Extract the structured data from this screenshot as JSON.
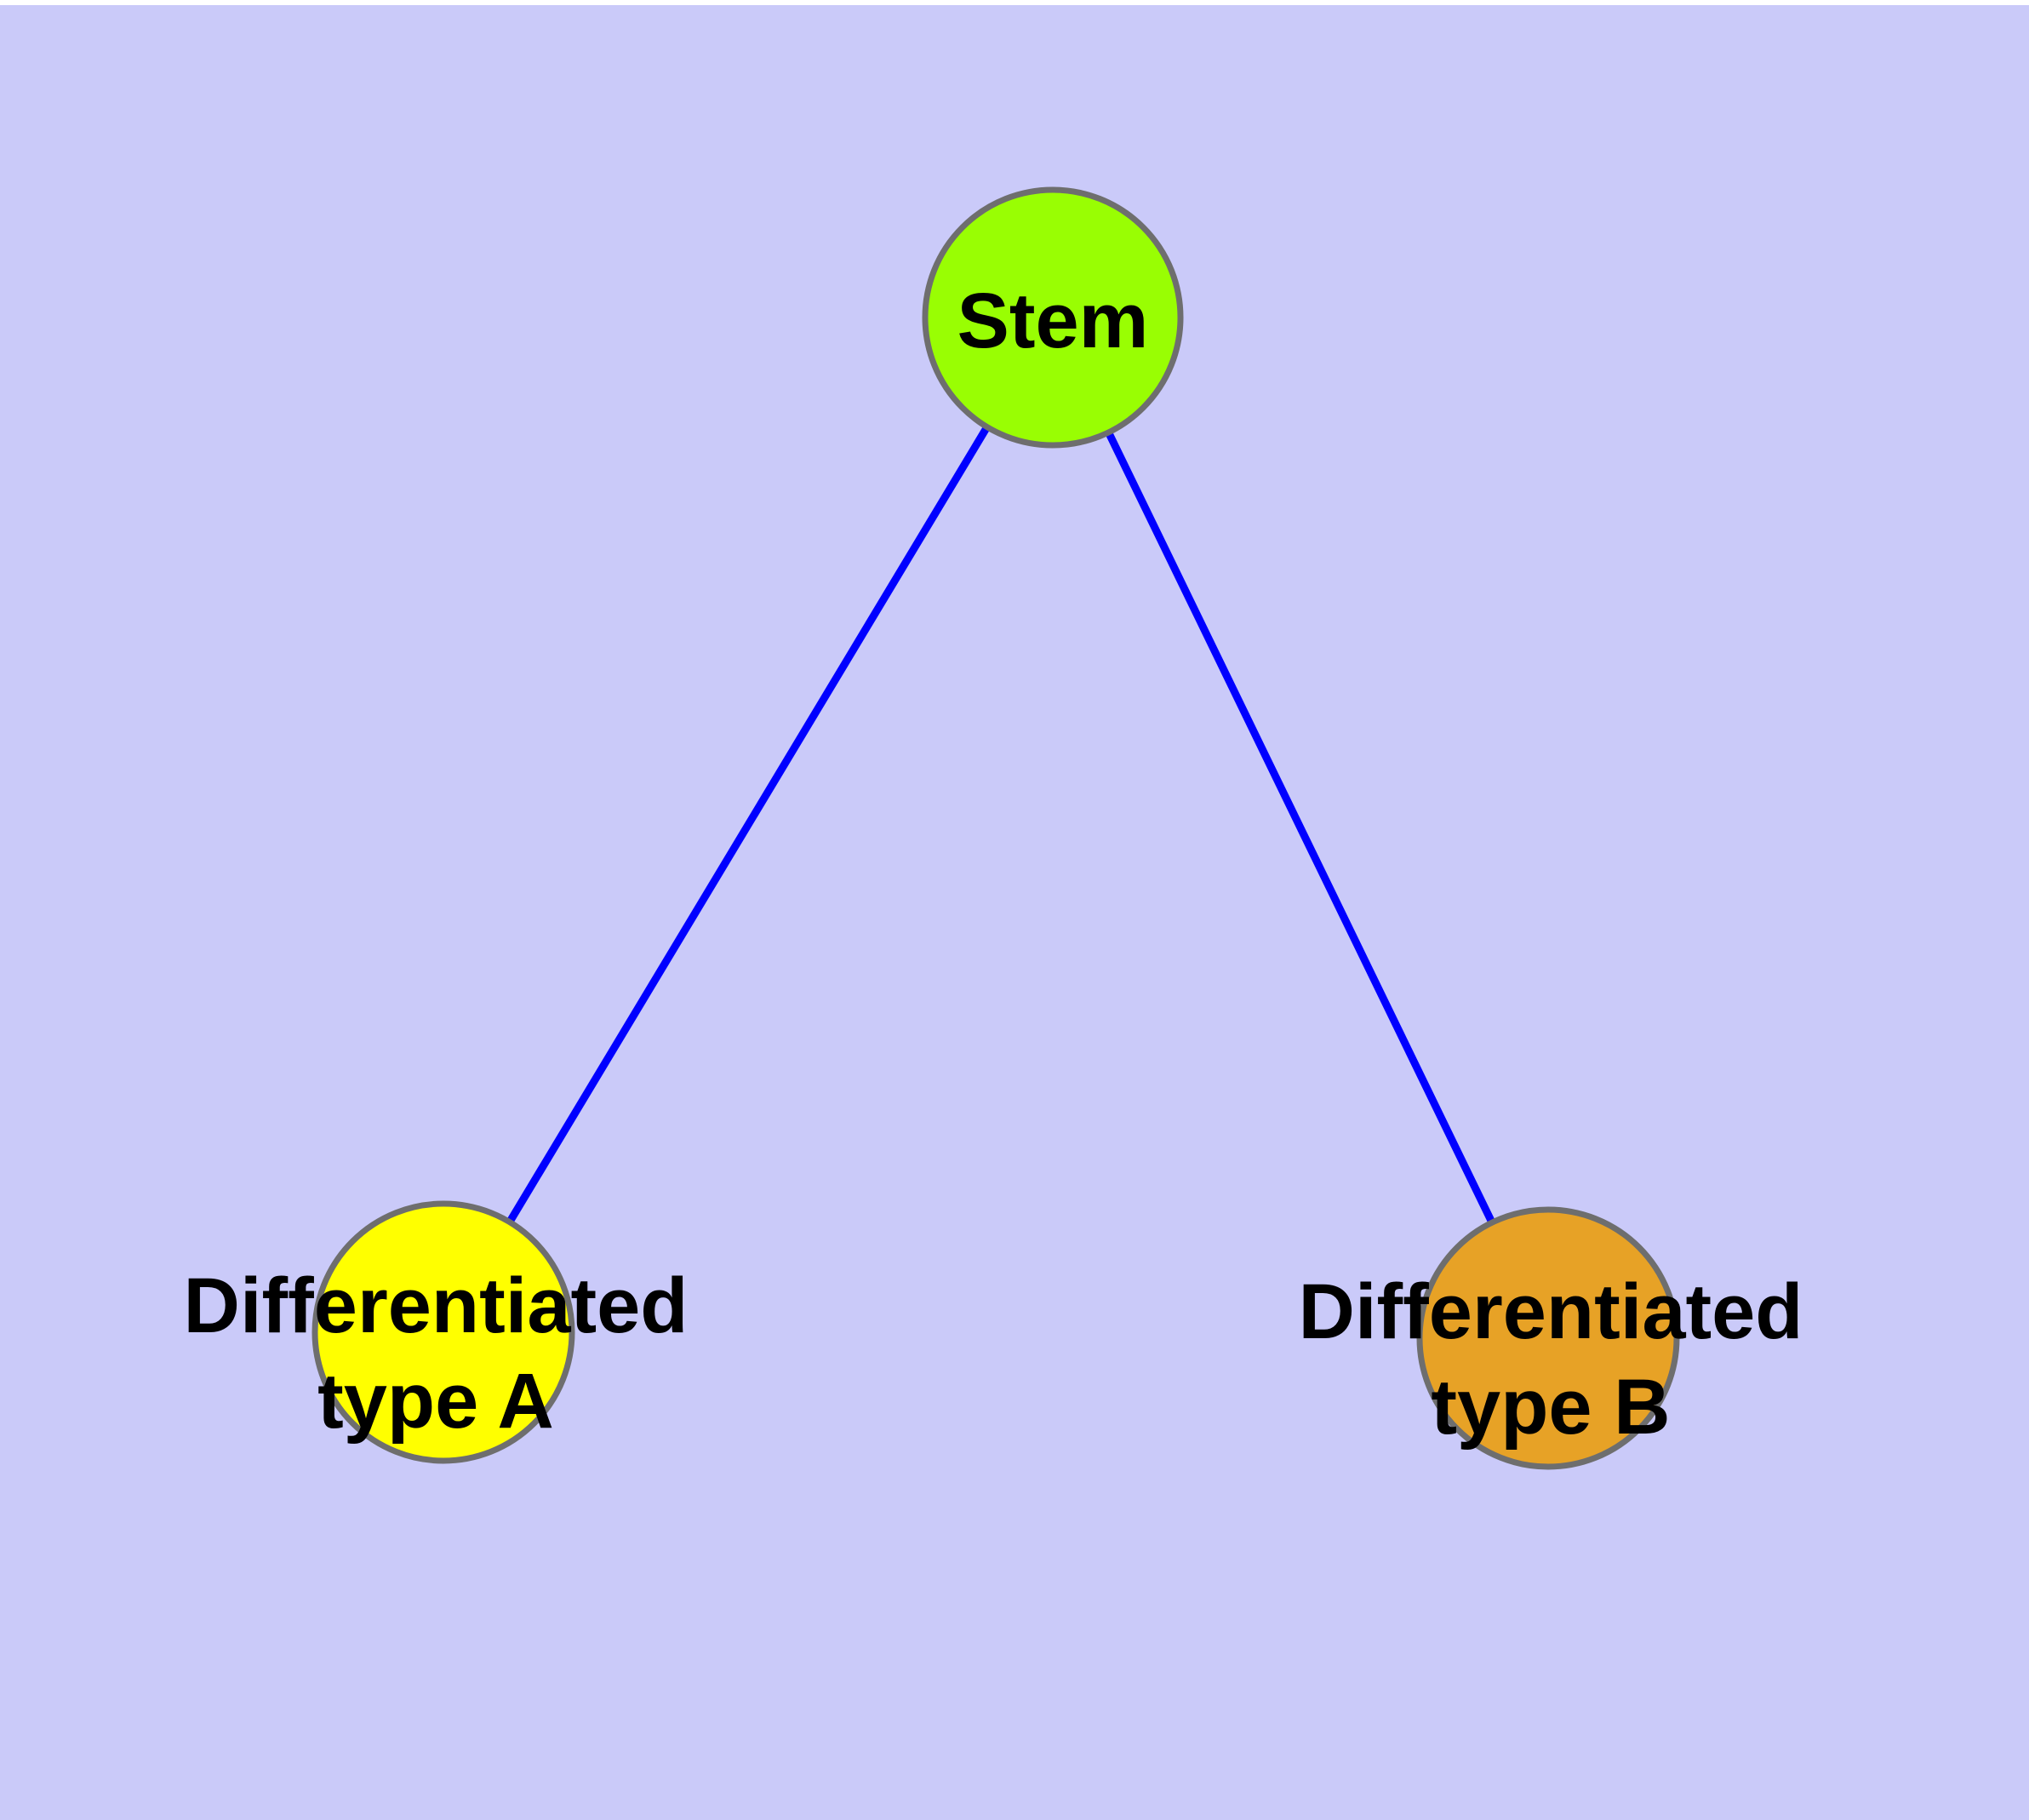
{
  "diagram": {
    "title": "",
    "background_color": "#CACAF9",
    "top_margin_color": "#FFFFFF",
    "edge_color": "#0000FF",
    "node_border_color": "#6E6E6E",
    "label_color": "#000000",
    "nodes": [
      {
        "id": "stem",
        "label": "Stem",
        "fill": "#99FE03"
      },
      {
        "id": "differentiated-a",
        "label": "Differentiated type A",
        "label_line1": "Differentiated",
        "label_line2": "type A",
        "fill": "#FFFF00"
      },
      {
        "id": "differentiated-b",
        "label": "Differentiated type B",
        "label_line1": "Differentiated",
        "label_line2": "type B",
        "fill": "#E7A226"
      }
    ],
    "edges": [
      {
        "from": "Stem",
        "to": "Differentiated type A"
      },
      {
        "from": "Stem",
        "to": "Differentiated type B"
      }
    ]
  }
}
